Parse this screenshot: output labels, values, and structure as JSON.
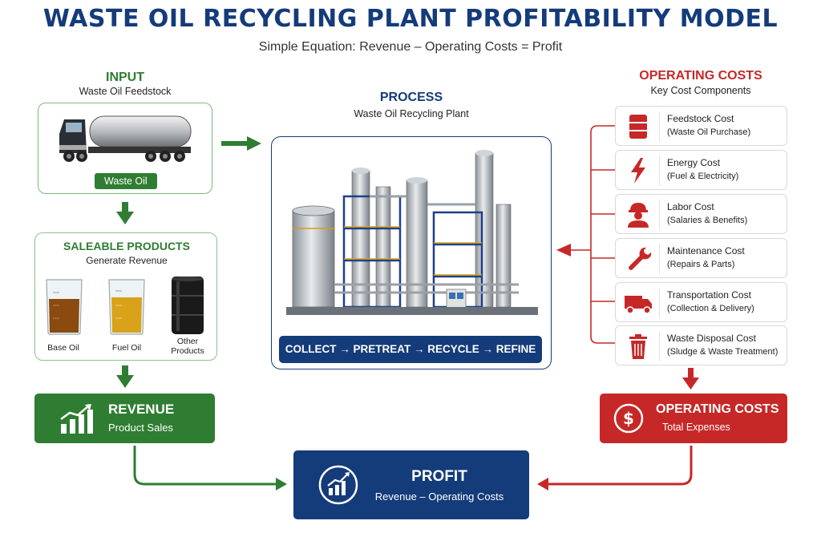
{
  "title": "WASTE OIL RECYCLING PLANT PROFITABILITY MODEL",
  "subtitle": "Simple Equation: Revenue – Operating Costs = Profit",
  "input": {
    "heading": "INPUT",
    "subheading": "Waste Oil Feedstock",
    "badge": "Waste Oil"
  },
  "products": {
    "heading": "SALEABLE PRODUCTS",
    "subheading": "Generate Revenue",
    "items": [
      {
        "label": "Base Oil"
      },
      {
        "label": "Fuel Oil"
      },
      {
        "label": "Other Products"
      }
    ]
  },
  "revenue": {
    "heading": "REVENUE",
    "subheading": "Product Sales"
  },
  "process": {
    "heading": "PROCESS",
    "subheading": "Waste Oil Recycling Plant",
    "steps": "COLLECT → PRETREAT → RECYCLE → REFINE"
  },
  "costs": {
    "heading": "OPERATING COSTS",
    "subheading": "Key Cost Components",
    "items": [
      {
        "title": "Feedstock Cost",
        "detail": "(Waste Oil Purchase)",
        "icon": "oil-barrel-icon"
      },
      {
        "title": "Energy Cost",
        "detail": "(Fuel & Electricity)",
        "icon": "lightning-icon"
      },
      {
        "title": "Labor Cost",
        "detail": "(Salaries & Benefits)",
        "icon": "worker-icon"
      },
      {
        "title": "Maintenance Cost",
        "detail": "(Repairs & Parts)",
        "icon": "wrench-icon"
      },
      {
        "title": "Transportation Cost",
        "detail": "(Collection & Delivery)",
        "icon": "truck-icon"
      },
      {
        "title": "Waste Disposal Cost",
        "detail": "(Sludge & Waste Treatment)",
        "icon": "trash-icon"
      }
    ]
  },
  "total_costs": {
    "heading": "OPERATING COSTS",
    "subheading": "Total Expenses",
    "symbol": "$"
  },
  "profit": {
    "heading": "PROFIT",
    "subheading": "Revenue – Operating Costs"
  },
  "colors": {
    "green": "#2e7d32",
    "navy": "#143b7a",
    "red": "#c62828"
  }
}
